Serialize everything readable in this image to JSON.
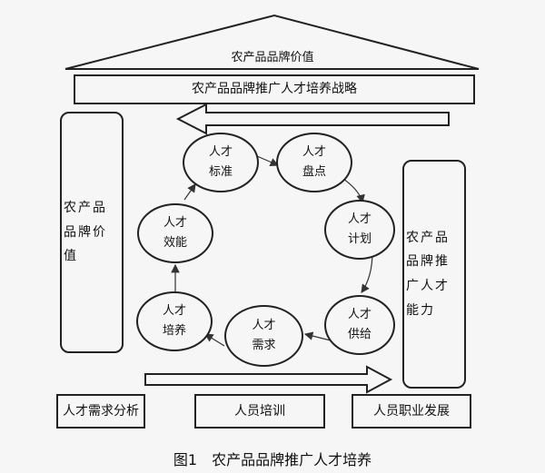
{
  "roof": {
    "label": "农产品品牌价值"
  },
  "strategy_bar": {
    "label": "农产品品牌推广人才培养战略"
  },
  "left_pillar": {
    "label": "农产品品牌价值"
  },
  "right_pillar": {
    "label": "农产品品牌推广人才能力"
  },
  "cycle": {
    "nodes": [
      {
        "line1": "人才",
        "line2": "标准"
      },
      {
        "line1": "人才",
        "line2": "盘点"
      },
      {
        "line1": "人才",
        "line2": "计划"
      },
      {
        "line1": "人才",
        "line2": "供给"
      },
      {
        "line1": "人才",
        "line2": "需求"
      },
      {
        "line1": "人才",
        "line2": "培养"
      },
      {
        "line1": "人才",
        "line2": "效能"
      }
    ]
  },
  "bottom_boxes": [
    {
      "label": "人才需求分析"
    },
    {
      "label": "人员培训"
    },
    {
      "label": "人员职业发展"
    }
  ],
  "caption": "图1　农产品品牌推广人才培养"
}
